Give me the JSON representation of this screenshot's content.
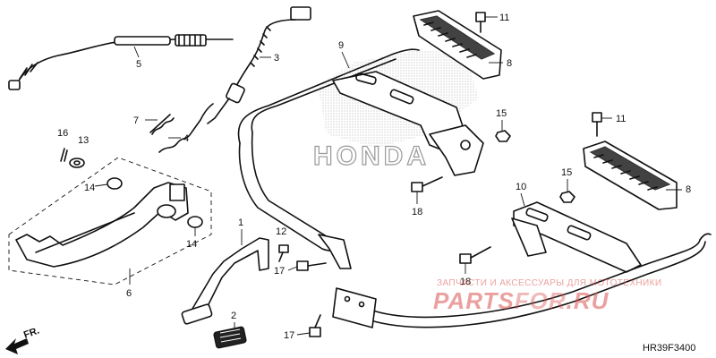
{
  "callouts": {
    "c1": "1",
    "c2": "2",
    "c3": "3",
    "c4": "4",
    "c5": "5",
    "c6": "6",
    "c7": "7",
    "c8a": "8",
    "c8b": "8",
    "c9": "9",
    "c10": "10",
    "c11a": "11",
    "c11b": "11",
    "c12": "12",
    "c13": "13",
    "c14a": "14",
    "c14b": "14",
    "c15a": "15",
    "c15b": "15",
    "c16": "16",
    "c17a": "17",
    "c17b": "17",
    "c18a": "18",
    "c18b": "18"
  },
  "watermark": {
    "brand": "HONDA",
    "subtitle": "ЗАПЧАСТИ И АКСЕССУАРЫ ДЛЯ МОТОТЕХНИКИ",
    "site_red": "PARTS",
    "site_mid": "FOR",
    "site_tail": ".RU"
  },
  "direction_label": "FR.",
  "diagram_code": "HR39F3400",
  "colors": {
    "watermark_red": "#d9534f",
    "ink": "#111111"
  }
}
